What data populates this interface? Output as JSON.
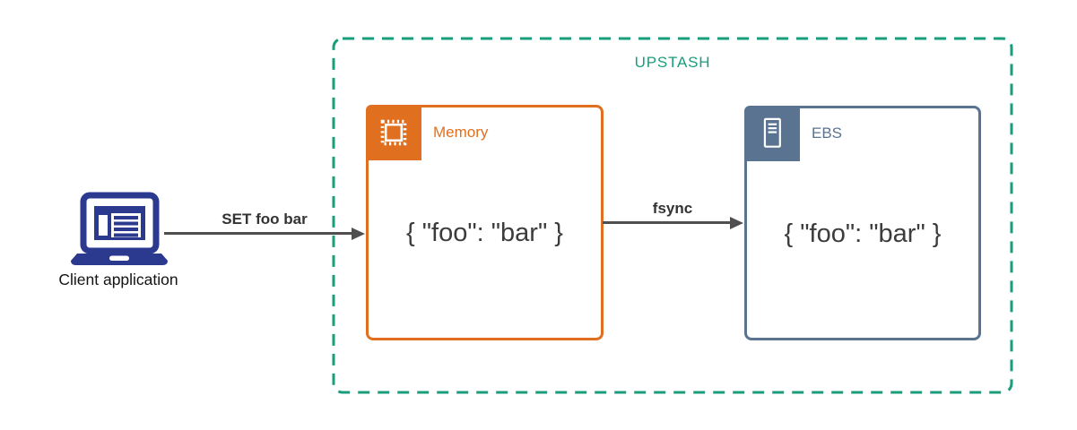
{
  "upstash": {
    "label": "UPSTASH",
    "border_color": "#199D7B"
  },
  "client": {
    "label": "Client application",
    "icon": "laptop-icon",
    "icon_color": "#2B3A8F"
  },
  "flows": {
    "set_command": {
      "label": "SET foo bar"
    },
    "fsync": {
      "label": "fsync"
    },
    "arrow_color": "#4F4F4F"
  },
  "nodes": {
    "memory": {
      "title": "Memory",
      "value": "{ \"foo\": \"bar\" }",
      "icon": "cpu-chip-icon",
      "accent_color": "#E0701F"
    },
    "ebs": {
      "title": "EBS",
      "value": "{ \"foo\": \"bar\" }",
      "icon": "storage-server-icon",
      "accent_color": "#5A7391"
    }
  },
  "text_color": "#3C3C3C"
}
